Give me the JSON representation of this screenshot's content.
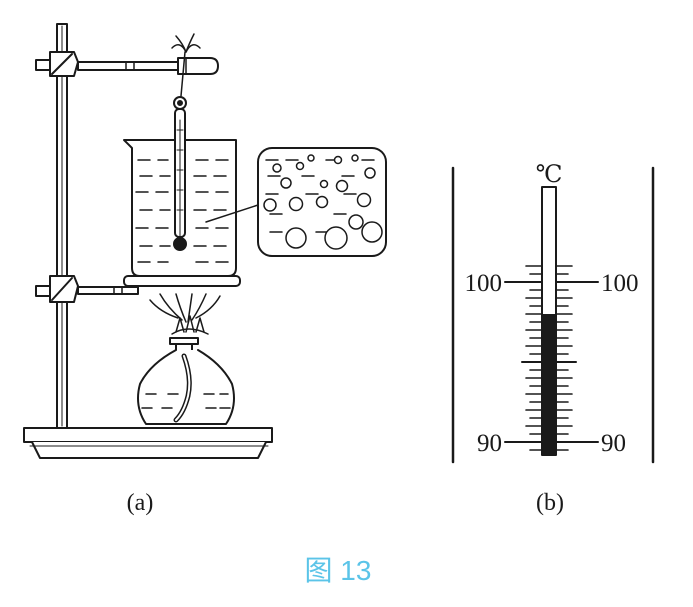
{
  "figure": {
    "caption": "图 13",
    "caption_color": "#5bc4e8",
    "ink_color": "#1a1a1a"
  },
  "panel_a": {
    "label": "(a)"
  },
  "panel_b": {
    "label": "(b)",
    "unit": "℃",
    "scale_min": 90,
    "scale_max": 100,
    "mercury_reading": 98,
    "marks": [
      {
        "value": 100,
        "left_label": "100",
        "right_label": "100"
      },
      {
        "value": 90,
        "left_label": "90",
        "right_label": "90"
      }
    ]
  }
}
